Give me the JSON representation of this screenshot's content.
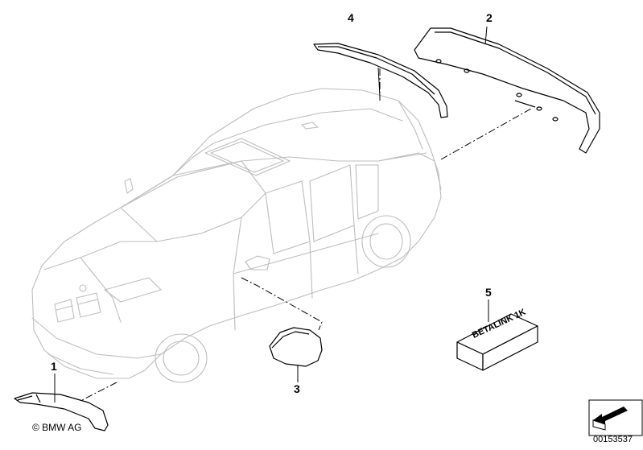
{
  "callouts": {
    "part1": "1",
    "part2": "2",
    "part3": "3",
    "part4": "4",
    "part5": "5"
  },
  "product_label": "BETALINK 1K",
  "copyright": "© BMW AG",
  "drawing_number": "00153537",
  "colors": {
    "car_outline": "#bdbdbd",
    "part_outline": "#000000",
    "background": "#ffffff"
  }
}
